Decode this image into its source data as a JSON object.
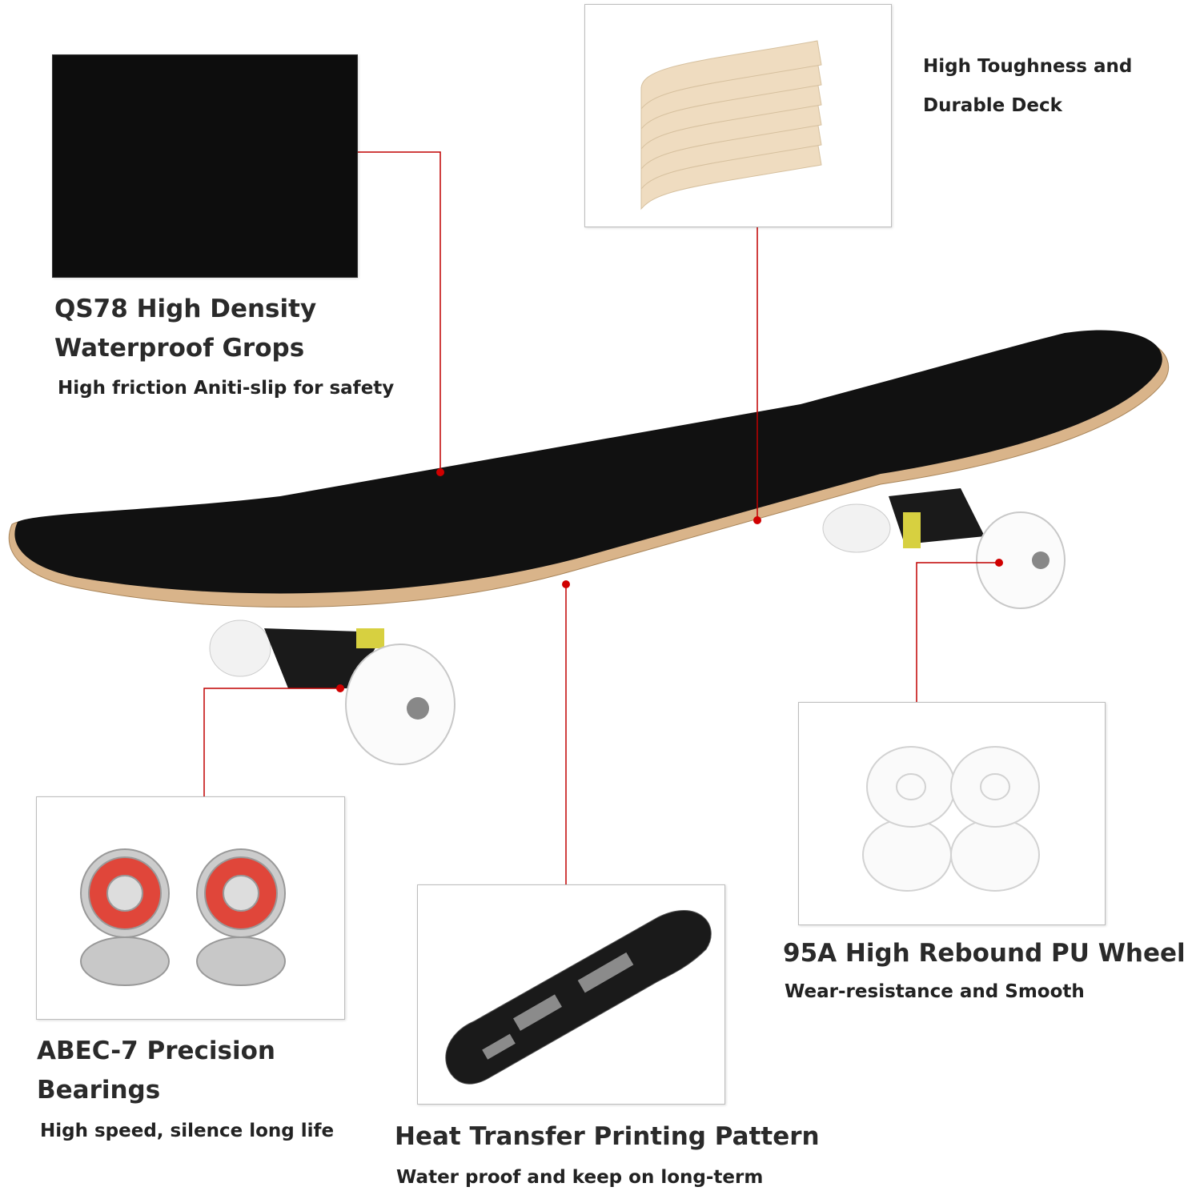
{
  "features": {
    "grip": {
      "title_line1": "QS78 High Density",
      "title_line2": "Waterproof Grops",
      "subtitle": "High friction Aniti-slip for safety"
    },
    "deck": {
      "title_line1": "High Toughness and",
      "title_line2": "Durable Deck"
    },
    "bearings": {
      "title_line1": "ABEC-7 Precision",
      "title_line2": "Bearings",
      "subtitle": "High speed, silence long life"
    },
    "printing": {
      "title": "Heat Transfer Printing Pattern",
      "subtitle": "Water proof and keep on long-term"
    },
    "wheels": {
      "title": "95A High Rebound PU Wheel",
      "subtitle": "Wear-resistance and Smooth"
    }
  },
  "colors": {
    "connector": "#c00000",
    "grip": "#111111",
    "wood": "#d9b48a",
    "bearing_seal": "#e0463a"
  }
}
